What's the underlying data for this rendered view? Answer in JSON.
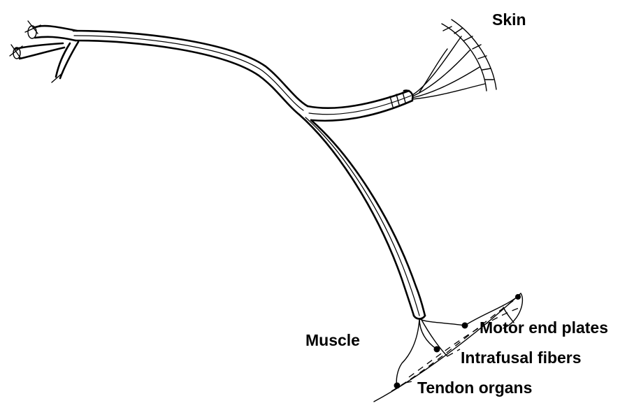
{
  "labels": {
    "skin": "Skin",
    "muscle": "Muscle",
    "motor_end_plates": "Motor end plates",
    "intrafusal_fibers": "Intrafusal fibers",
    "tendon_organs": "Tendon organs"
  },
  "colors": {
    "ink": "#000000",
    "background": "#ffffff"
  }
}
